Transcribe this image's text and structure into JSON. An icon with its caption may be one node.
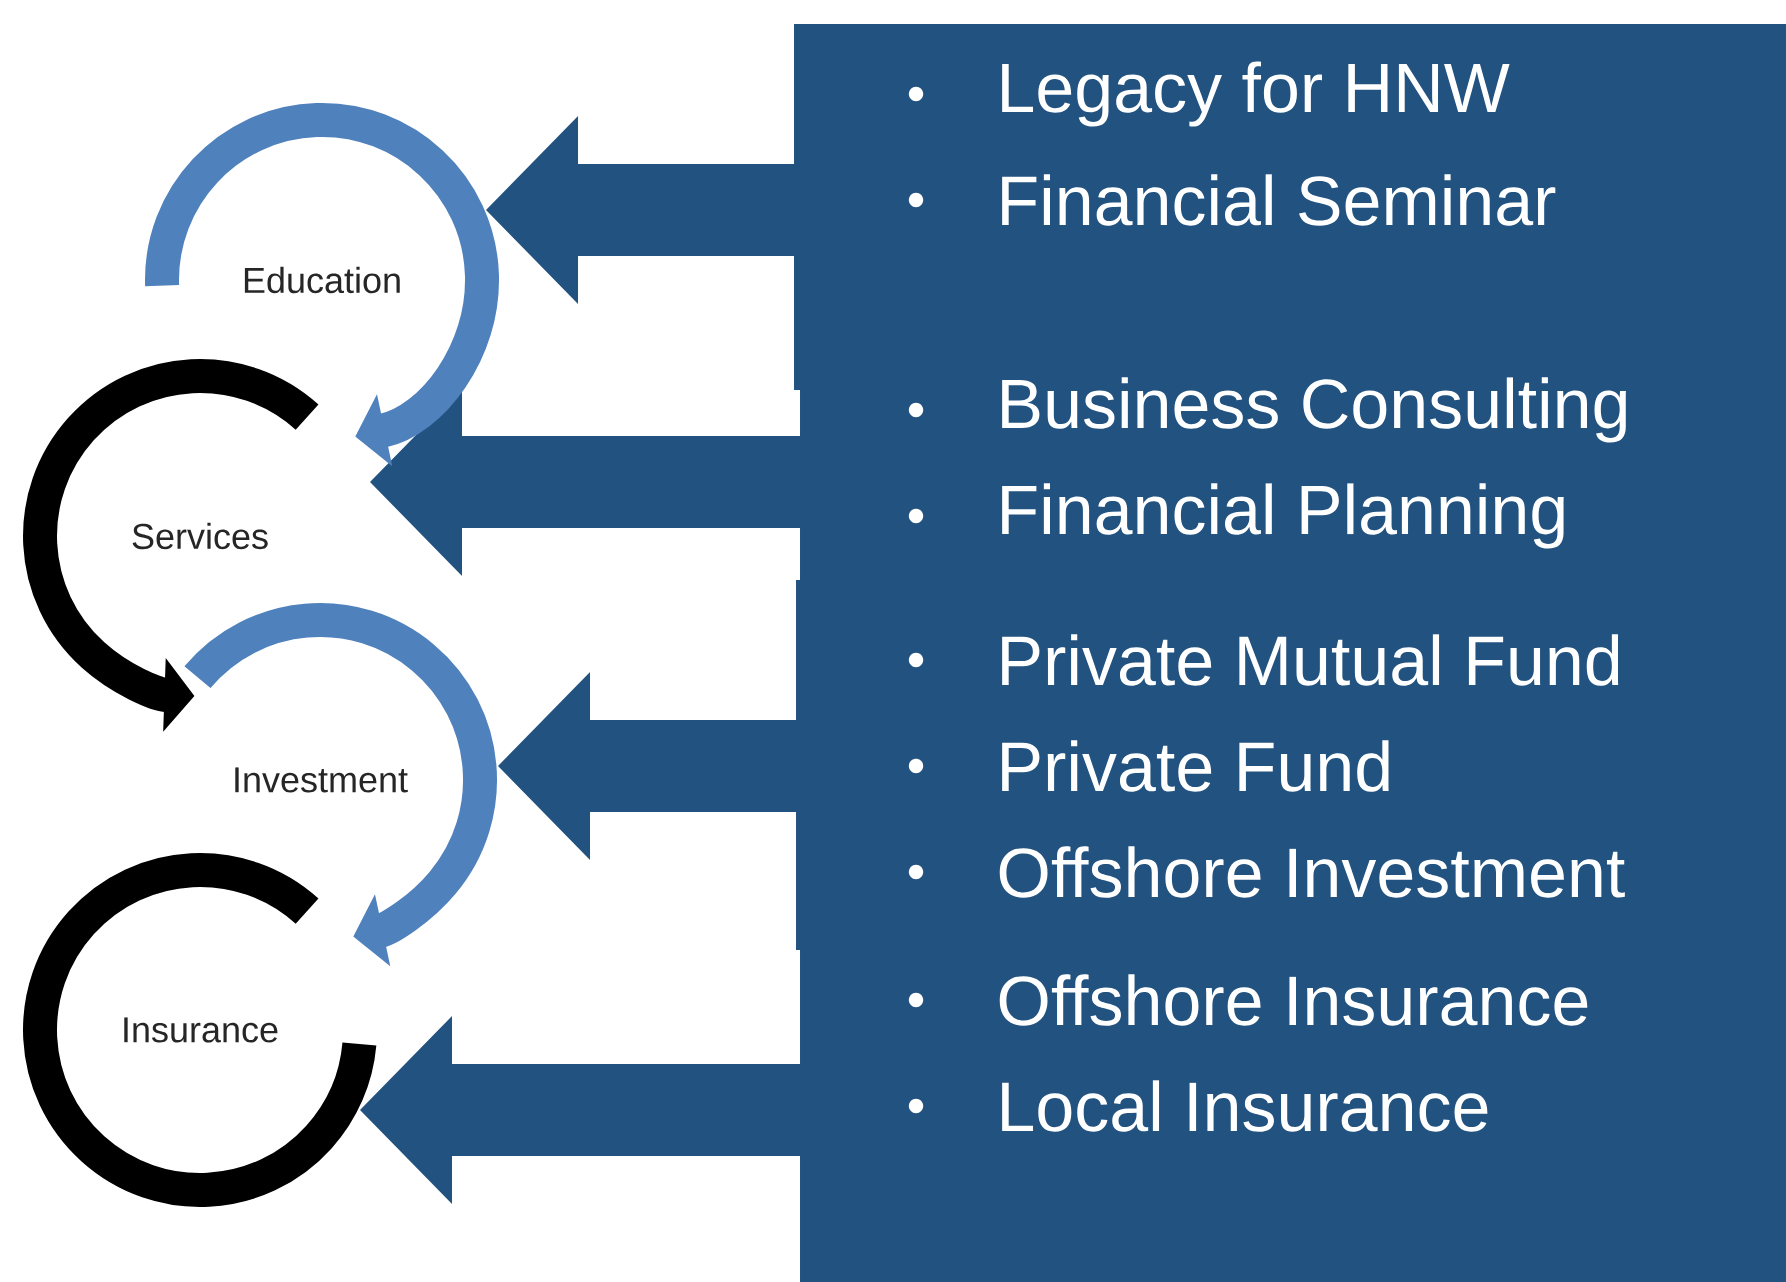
{
  "diagram": {
    "nodes": [
      {
        "text": [
          "Education"
        ]
      },
      {
        "text": [
          "Services"
        ]
      },
      {
        "text": [
          "Investment"
        ]
      },
      {
        "text": [
          "Insurance"
        ]
      },
      {
        "text": [
          "Legacy for HNW",
          "Financial Seminar"
        ]
      },
      {
        "text": [
          "Business Consulting",
          "Financial Planning"
        ]
      },
      {
        "text": [
          "Private Mutual Fund",
          "Private Fund",
          "Offshore Investment"
        ]
      },
      {
        "text": [
          "Offshore Insurance",
          "Local Insurance"
        ]
      }
    ],
    "edges": [
      {
        "from": 4,
        "to": 0,
        "arrow": "to"
      },
      {
        "from": 5,
        "to": 1,
        "arrow": "to"
      },
      {
        "from": 6,
        "to": 2,
        "arrow": "to"
      },
      {
        "from": 7,
        "to": 3,
        "arrow": "to"
      },
      {
        "from": 0,
        "to": 1,
        "arrow": "to",
        "color": "#4f81bd"
      },
      {
        "from": 1,
        "to": 2,
        "arrow": "to",
        "color": "#000000"
      },
      {
        "from": 2,
        "to": 3,
        "arrow": "to",
        "color": "#4f81bd"
      }
    ]
  }
}
